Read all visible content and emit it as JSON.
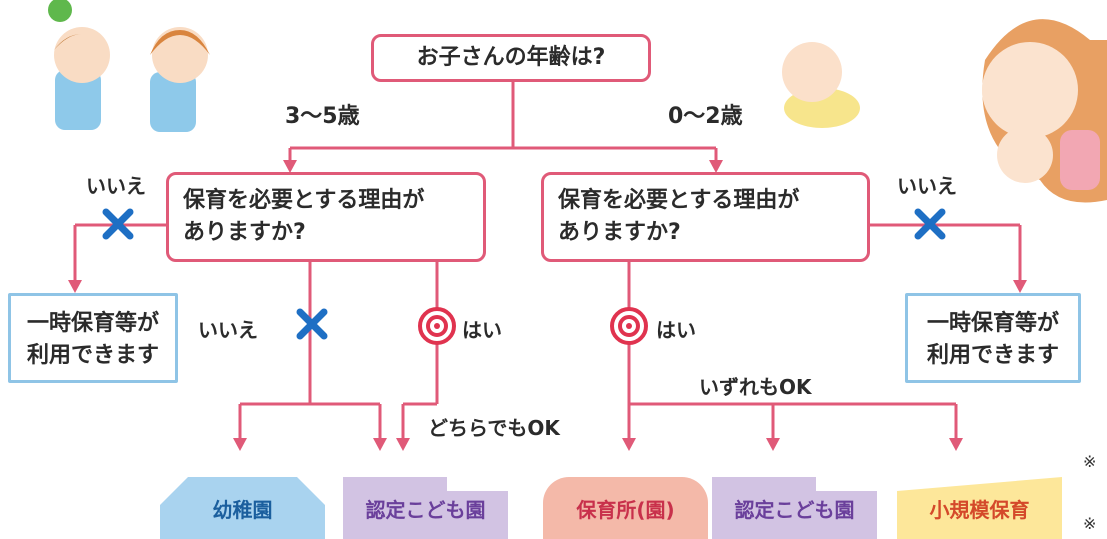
{
  "question": "お子さんの年齢は?",
  "ages": {
    "left": "3〜5歳",
    "right": "0〜2歳"
  },
  "left_question": {
    "line1": "保育を必要とする理由が",
    "line2": "ありますか?"
  },
  "right_question": {
    "line1": "保育を必要とする理由が",
    "line2": "ありますか?"
  },
  "no_label": "いいえ",
  "yes_label": "はい",
  "temp_care": {
    "line1": "一時保育等が",
    "line2": "利用できます"
  },
  "either_ok": "どちらでもOK",
  "all_ok": "いずれもOK",
  "note_mark": "※",
  "destinations": [
    "幼稚園",
    "認定こども園",
    "保育所(園)",
    "認定こども園",
    "小規模保育"
  ],
  "colors": {
    "line": "#e05a78",
    "cross": "#1e6fc4",
    "temp_border": "#8fc4e6",
    "kindergarten": "#a9d3ef",
    "certified": "#d2c3e3",
    "nursery": "#f4b9a9",
    "small": "#fde79a"
  }
}
